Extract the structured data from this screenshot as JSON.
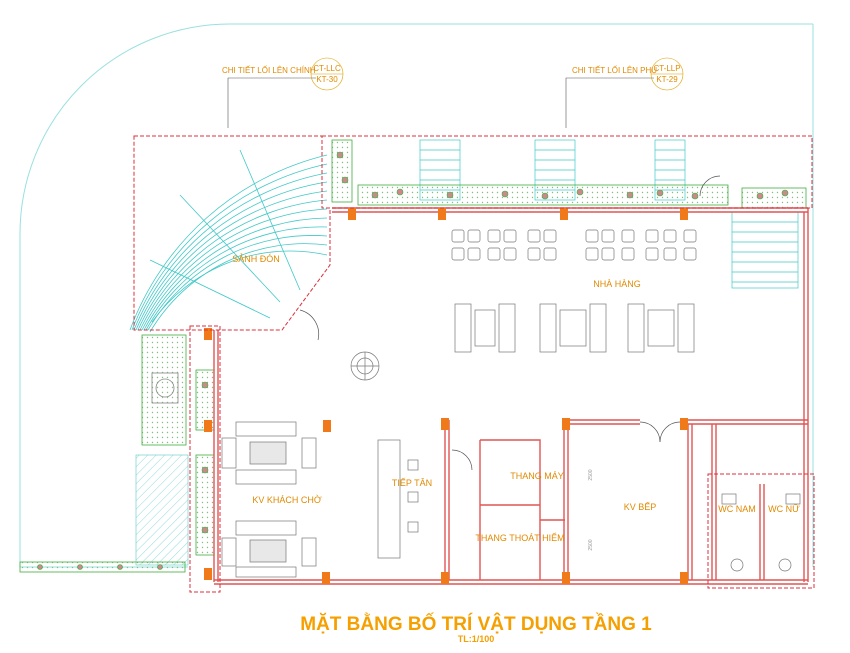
{
  "callouts": {
    "main_entry": {
      "text": "CHI TIẾT LỐI LÊN CHÍNH",
      "code": "CT-LLC",
      "sheet": "KT-30"
    },
    "side_entry": {
      "text": "CHI TIẾT LỐI LÊN PHỤ",
      "code": "CT-LLP",
      "sheet": "KT-29"
    }
  },
  "rooms": {
    "lobby": "SẢNH ĐÓN",
    "restaurant": "NHÀ HÀNG",
    "waiting": "KV KHÁCH CHỜ",
    "reception": "TIẾP TÂN",
    "elevator": "THANG MÁY",
    "fire_stair": "THANG THOÁT HIỂM",
    "kitchen": "KV BẾP",
    "wc_men": "WC NAM",
    "wc_women": "WC NỮ"
  },
  "dimensions": [
    "2500",
    "2500"
  ],
  "drawing": {
    "title": "MẶT BẰNG BỐ TRÍ VẬT DỤNG TẦNG 1",
    "scale": "TL:1/100"
  },
  "colors": {
    "wall": "#e05555",
    "column": "#f07a1a",
    "section_line": "#d9303c",
    "label": "#e08a00",
    "title": "#f5a000",
    "steps": "#40c8c8",
    "planting": "#3fae3f"
  }
}
